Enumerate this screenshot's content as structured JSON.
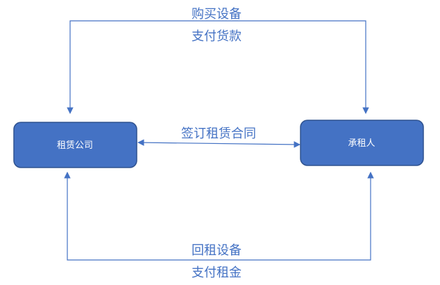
{
  "nodes": {
    "lessor": {
      "label": "租赁公司"
    },
    "lessee": {
      "label": "承租人"
    }
  },
  "edges": {
    "top": {
      "line1": "购买设备",
      "line2": "支付货款"
    },
    "middle": {
      "label": "签订租赁合同"
    },
    "bottom": {
      "line1": "回租设备",
      "line2": "支付租金"
    }
  },
  "colors": {
    "node_fill": "#4472c4",
    "node_stroke": "#2f528f",
    "line": "#4472c4",
    "text_on_line": "#4472c4",
    "node_text": "#ffffff"
  }
}
